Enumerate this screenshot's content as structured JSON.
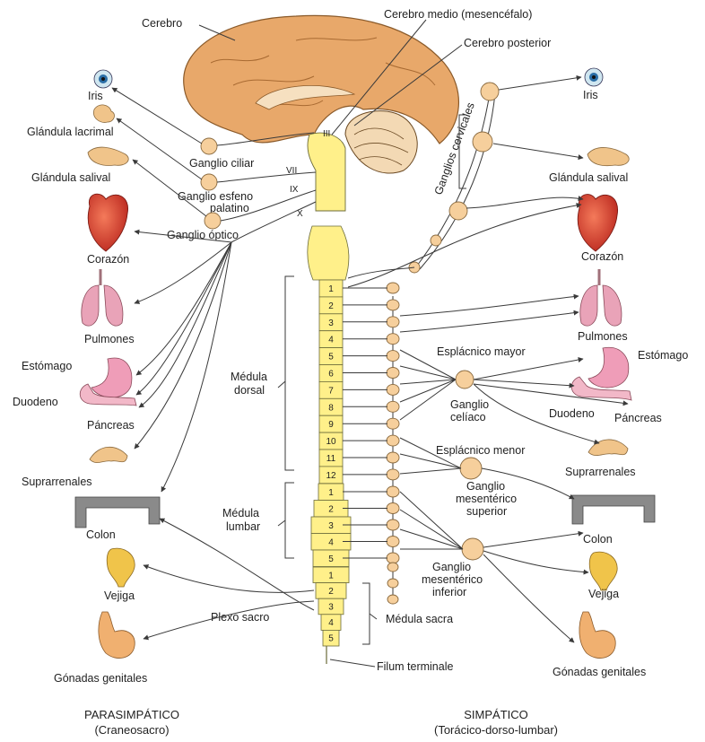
{
  "brain_labels": {
    "cerebro": "Cerebro",
    "cerebro_medio": "Cerebro medio (mesencéfalo)",
    "cerebro_posterior": "Cerebro posterior"
  },
  "cranial_nerves": [
    "III",
    "VII",
    "IX",
    "X"
  ],
  "parasympathetic": {
    "organs": {
      "iris": "Iris",
      "glandula_lacrimal": "Glándula lacrimal",
      "glandula_salival": "Glándula salival",
      "corazon": "Corazón",
      "pulmones": "Pulmones",
      "estomago": "Estómago",
      "duodeno": "Duodeno",
      "pancreas": "Páncreas",
      "suprarrenales": "Suprarrenales",
      "colon": "Colon",
      "vejiga": "Vejiga",
      "gonadas": "Gónadas genitales"
    },
    "ganglia": {
      "ciliar": "Ganglio ciliar",
      "esfeno_1": "Ganglio esfeno",
      "esfeno_2": "palatino",
      "optico": "Ganglio óptico"
    },
    "plexo_sacro": "Plexo sacro"
  },
  "cord": {
    "dorsal_segments": [
      "1",
      "2",
      "3",
      "4",
      "5",
      "6",
      "7",
      "8",
      "9",
      "10",
      "11",
      "12"
    ],
    "lumbar_segments": [
      "1",
      "2",
      "3",
      "4",
      "5"
    ],
    "sacral_segments": [
      "1",
      "2",
      "3",
      "4",
      "5"
    ],
    "medula_dorsal_1": "Médula",
    "medula_dorsal_2": "dorsal",
    "medula_lumbar_1": "Médula",
    "medula_lumbar_2": "lumbar",
    "medula_sacra": "Médula sacra",
    "filum": "Filum terminale"
  },
  "sympathetic": {
    "ganglios_cervicales": "Ganglios cervicales",
    "organs": {
      "iris": "Iris",
      "glandula_salival": "Glándula salival",
      "corazon": "Corazón",
      "pulmones": "Pulmones",
      "estomago": "Estómago",
      "duodeno": "Duodeno",
      "pancreas": "Páncreas",
      "suprarrenales": "Suprarrenales",
      "colon": "Colon",
      "vejiga": "Vejiga",
      "gonadas": "Gónadas genitales"
    },
    "esplacnico_mayor": "Esplácnico mayor",
    "esplacnico_menor": "Esplácnico menor",
    "ganglio_celiaco_1": "Ganglio",
    "ganglio_celiaco_2": "celíaco",
    "mes_sup_1": "Ganglio",
    "mes_sup_2": "mesentérico",
    "mes_sup_3": "superior",
    "mes_inf_1": "Ganglio",
    "mes_inf_2": "mesentérico",
    "mes_inf_3": "inferior"
  },
  "footer": {
    "left_title": "PARASIMPÁTICO",
    "left_sub": "(Craneosacro)",
    "right_title": "SIMPÁTICO",
    "right_sub": "(Torácico-dorso-lumbar)"
  },
  "colors": {
    "cord": "#fff08a",
    "ganglion": "#f6cf9c",
    "brain": "#e8a86a",
    "heart": "#d9443a",
    "lungs": "#e9a3b8",
    "stomach": "#ef9db8",
    "colon": "#8a8a8a",
    "gland": "#f0c48a"
  }
}
